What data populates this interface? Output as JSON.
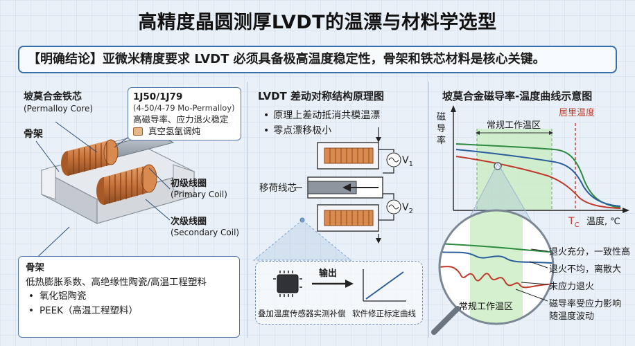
{
  "title": "高精度晶圆测厚LVDT的温漂与材料学选型",
  "conclusion": "【明确结论】亚微米精度要求 LVDT 必须具备极高温度稳定性，骨架和铁芯材料是核心关键。",
  "left": {
    "core_label": "坡莫合金铁芯",
    "core_label_en": "(Permalloy Core)",
    "bobbin_label": "骨架",
    "alloy_callout": {
      "title": "1J50/1J79",
      "line1": "(4-50/4-79 Mo-Permalloy)",
      "line2": "高磁导率、应力退火稳定",
      "line3": "真空氢氩调炖"
    },
    "primary_label": "初级线圈",
    "primary_label_en": "(Primary Coil)",
    "secondary_label": "次级线圈",
    "secondary_label_en": "(Secondary Coil)",
    "bobbin_box": {
      "title": "骨架",
      "desc": "低热膨胀系数、高绝缘性陶瓷/高温工程塑料",
      "items": [
        "氧化铝陶瓷",
        "PEEK（高温工程塑料）"
      ]
    }
  },
  "middle": {
    "heading": "LVDT 差动对称结构原理图",
    "bullets": [
      "原理上差动抵消共模温漂",
      "零点漂移极小"
    ],
    "core_label": "移荷线芯",
    "v1": "V",
    "v1_sub": "1",
    "v2": "V",
    "v2_sub": "2",
    "output_label": "输出",
    "sensor_caption": "叠加温度传感器实测补偿",
    "curve_caption": "软件修正标定曲线"
  },
  "right": {
    "heading": "坡莫合金磁导率-温度曲线示意图",
    "y_axis_label": "磁导率",
    "band_label": "常规工作温区",
    "curie_label": "居里温度",
    "tc_label": "T",
    "tc_sub": "C",
    "x_axis_label": "温度, ℃",
    "lens_band_label": "常规工作温区",
    "legend": [
      {
        "label": "退火充分，一致性高",
        "color": "#2c8a3e"
      },
      {
        "label": "退火不均，离散大",
        "color": "#2a5d9c"
      },
      {
        "label": "未应力退火",
        "color": "#c0392b"
      },
      {
        "label": "磁导率受应力影响",
        "color": "#333333"
      },
      {
        "label": "随温度波动",
        "color": "#333333"
      }
    ]
  },
  "colors": {
    "accent": "#3a6ea8",
    "curie": "#c0392b",
    "band": "#c9ecc3",
    "coil": "#c8733a"
  }
}
